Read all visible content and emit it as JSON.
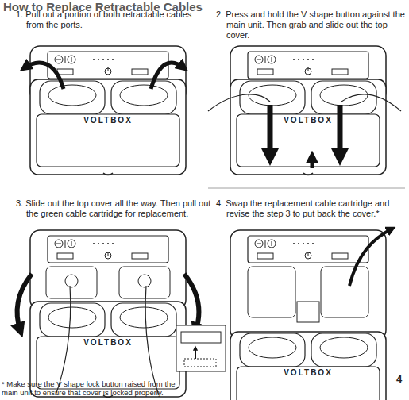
{
  "diagram": {
    "title": "How to Replace Retractable Cables",
    "labels": [
      "1. Pull out a portion of both retractable cables from the ports.",
      "2. Press and hold the V shape button against the main unit. Then grab and slide out the top cover.",
      "3. Slide out the top cover all the way. Then pull out the green cable cartridge for replacement.",
      "4. Swap the replacement cable cartridge and revise the step 3 to put back the cover.*",
      "VOLTBOX",
      "VOLTBOX",
      "VOLTBOX",
      "VOLTBOX",
      "* Make sure the V shape lock button raised from the main unit to ensure that cover is locked properly.",
      "4"
    ]
  }
}
